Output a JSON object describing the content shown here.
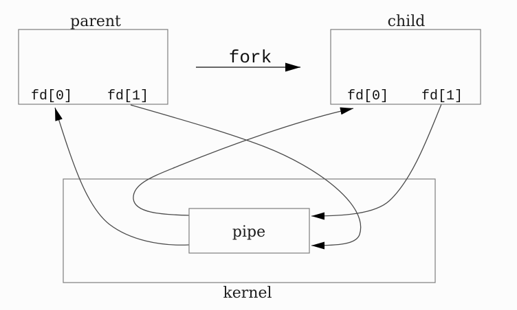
{
  "labels": {
    "parent": "parent",
    "child": "child",
    "fork": "fork",
    "pipe": "pipe",
    "kernel": "kernel"
  },
  "parent_box": {
    "fd0": "fd[0]",
    "fd1": "fd[1]"
  },
  "child_box": {
    "fd0": "fd[0]",
    "fd1": "fd[1]"
  },
  "colors": {
    "background": "#fcfcfc",
    "box_border": "#7d7d7d",
    "connection_line": "#4a4a4a",
    "arrowhead": "#000000",
    "text": "#1c1c1c"
  },
  "connections": [
    {
      "from": "pipe",
      "to": "parent fd[0]",
      "arrow_at": "parent fd[0]"
    },
    {
      "from": "parent fd[1]",
      "to": "pipe right side (lower)",
      "arrow_at": "pipe"
    },
    {
      "from": "pipe",
      "to": "child fd[0]",
      "arrow_at": "child fd[0]"
    },
    {
      "from": "child fd[1]",
      "to": "pipe right side (upper)",
      "arrow_at": "pipe"
    },
    {
      "from": "parent",
      "to": "child",
      "label": "fork",
      "arrow_at": "child"
    }
  ]
}
